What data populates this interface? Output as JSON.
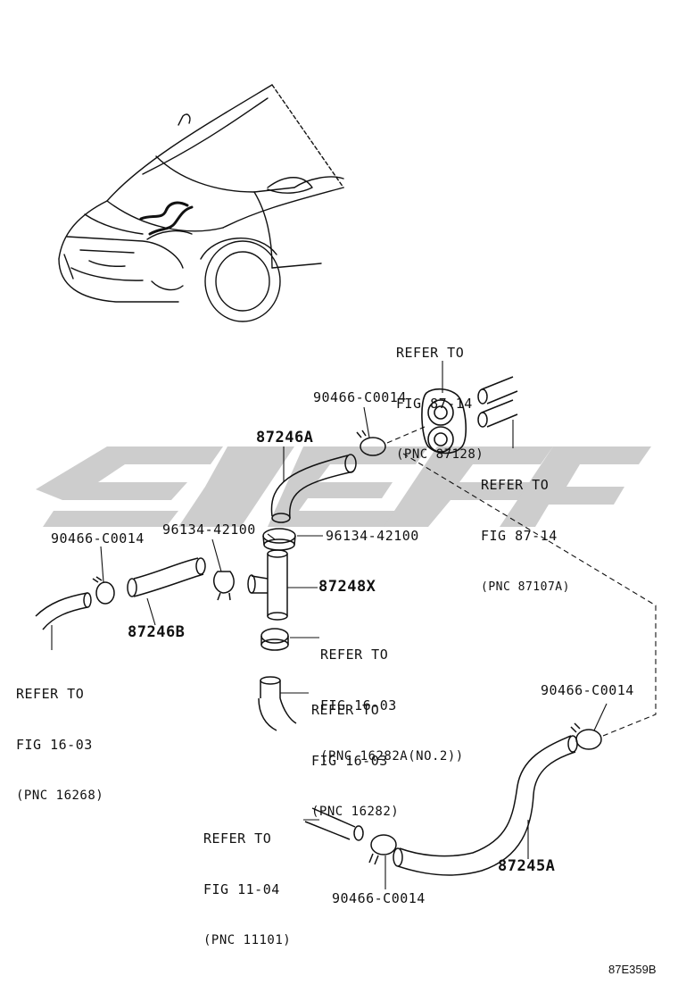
{
  "watermark": {
    "color": "#c8c8c8",
    "text": ""
  },
  "labels": {
    "refer_top": {
      "line1": "REFER TO",
      "line2": "FIG 87-14",
      "line3": "(PNC 87128)"
    },
    "refer_right": {
      "line1": "REFER TO",
      "line2": "FIG 87-14",
      "line3": "(PNC 87107A)"
    },
    "clamp_top": "90466-C0014",
    "hose_87246A": "87246A",
    "clip_left": "96134-42100",
    "clip_right": "96134-42100",
    "clamp_left": "90466-C0014",
    "hose_87248X": "87248X",
    "hose_87246B": "87246B",
    "refer_mid1": {
      "line1": "REFER TO",
      "line2": "FIG 16-03",
      "line3": "(PNC 16282A(NO.2))"
    },
    "refer_left": {
      "line1": "REFER TO",
      "line2": "FIG 16-03",
      "line3": "(PNC 16268)"
    },
    "refer_mid2": {
      "line1": "REFER TO",
      "line2": "FIG 16-03",
      "line3": "(PNC 16282)"
    },
    "clamp_right": "90466-C0014",
    "refer_bottom": {
      "line1": "REFER TO",
      "line2": "FIG 11-04",
      "line3": "(PNC 11101)"
    },
    "hose_87245A": "87245A",
    "clamp_bottom": "90466-C0014",
    "figure_code": "87E359B"
  }
}
